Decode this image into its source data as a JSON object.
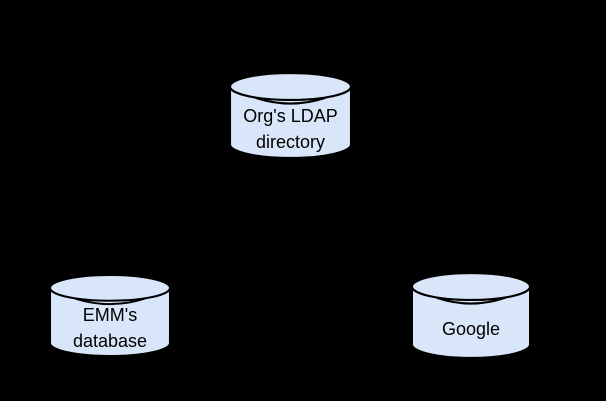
{
  "canvas": {
    "background_color": "#000000"
  },
  "diagram": {
    "type": "database-sync-diagram",
    "nodes": [
      {
        "id": "org-ldap-directory",
        "shape": "database-cylinder",
        "label_lines": [
          "Org's LDAP",
          "directory"
        ],
        "fill_color": "#d9e5f9",
        "stroke_color": "#000000",
        "text_color": "#000000"
      },
      {
        "id": "emm-database",
        "shape": "database-cylinder",
        "label_lines": [
          "EMM's",
          "database"
        ],
        "fill_color": "#d9e5f9",
        "stroke_color": "#000000",
        "text_color": "#000000"
      },
      {
        "id": "google",
        "shape": "database-cylinder",
        "label_lines": [
          "Google"
        ],
        "fill_color": "#d9e5f9",
        "stroke_color": "#000000",
        "text_color": "#000000"
      }
    ]
  }
}
